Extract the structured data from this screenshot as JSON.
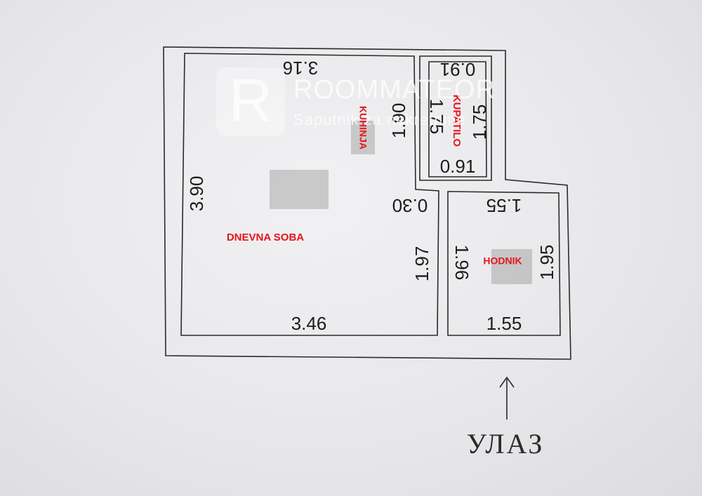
{
  "plan": {
    "dimensions": {
      "dnevna_top": "3.16",
      "dnevna_left": "3.90",
      "dnevna_bottom": "3.46",
      "kuhinja_right": "1.90",
      "step_offset": "0.30",
      "dnevna_right": "1.97",
      "kupatilo_top": "0.91",
      "kupatilo_bottom": "0.91",
      "kupatilo_left": "1.75",
      "kupatilo_right": "1.75",
      "hodnik_top": "1.55",
      "hodnik_bottom": "1.55",
      "hodnik_left": "1.96",
      "hodnik_right": "1.95"
    },
    "rooms": {
      "dnevna_soba": "DNEVNA SOBA",
      "kuhinja": "KUHINJA",
      "kupatilo": "KUPATILO",
      "hodnik": "HODNIK"
    },
    "entrance_label": "УЛАЗ"
  },
  "watermark": {
    "letter": "R",
    "brand": "ROOMMATEOR",
    "tagline": "Saputnik za nekretnine"
  },
  "colors": {
    "room_label": "#e8141c",
    "line": "#2b2b2b"
  }
}
